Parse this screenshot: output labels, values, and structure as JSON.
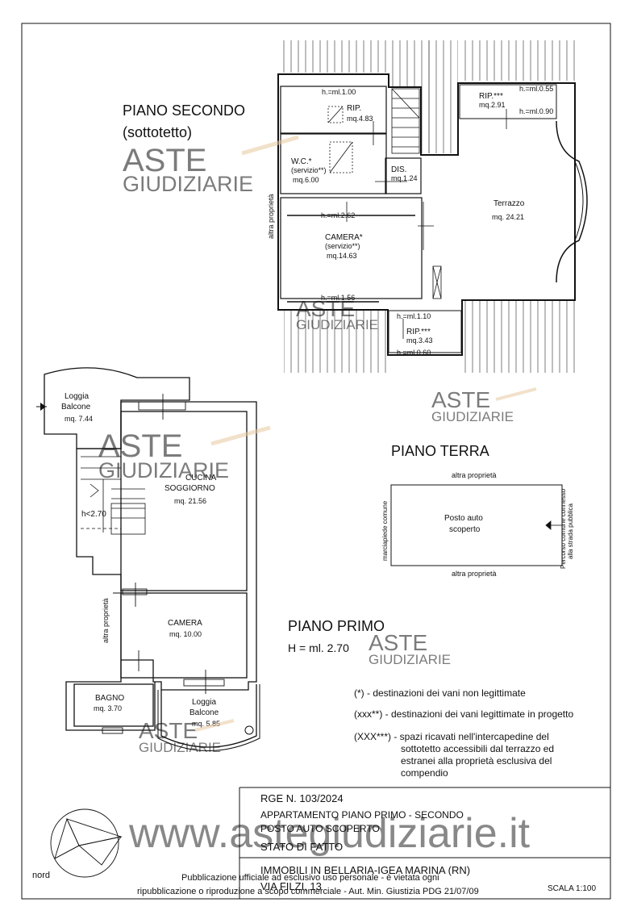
{
  "floors": {
    "second": {
      "title": "PIANO SECONDO",
      "subtitle": "(sottotetto)"
    },
    "ground": {
      "title": "PIANO TERRA"
    },
    "first": {
      "title": "PIANO PRIMO",
      "height": "H = ml. 2.70"
    }
  },
  "second_floor": {
    "rip_top": {
      "name": "RIP.",
      "area": "mq.4.83"
    },
    "h_100": "h.=ml.1.00",
    "wc": {
      "name": "W.C.*",
      "note": "(servizio**)",
      "area": "mq.6.00"
    },
    "dis": {
      "name": "DIS.",
      "area": "mq.1.24"
    },
    "camera": {
      "name": "CAMERA*",
      "note": "(servizio**)",
      "area": "mq.14.63"
    },
    "h_262": "h.=ml.2.62",
    "h_156": "h.=ml.1.56",
    "altra_proprieta": "altra proprietà",
    "rip_right": {
      "name": "RIP.***",
      "area": "mq.2.91"
    },
    "h_055": "h.=ml.0.55",
    "h_090": "h.=ml.0.90",
    "terrazzo": {
      "name": "Terrazzo",
      "area": "mq. 24.21"
    },
    "rip_bottom": {
      "name": "RIP.***",
      "area": "mq.3.43"
    },
    "h_110": "h.=ml.1.10",
    "h_060": "h.=ml.0.60"
  },
  "first_floor": {
    "loggia_top": {
      "line1": "Loggia",
      "line2": "Balcone",
      "area": "mq. 7.44"
    },
    "cucina": {
      "line1": "CUCINA",
      "line2": "SOGGIORNO",
      "area": "mq. 21.56"
    },
    "stair_h": "h<2.70",
    "altra_proprieta": "altra proprietà",
    "camera": {
      "name": "CAMERA",
      "area": "mq. 10.00"
    },
    "bagno": {
      "name": "BAGNO",
      "area": "mq. 3.70"
    },
    "loggia_bottom": {
      "line1": "Loggia",
      "line2": "Balcone",
      "area": "mq. 5.85"
    }
  },
  "ground_floor": {
    "top": "altra proprietà",
    "bottom": "altra proprietà",
    "left": "marciapiede comune",
    "right_line1": "Percorso comune connesso",
    "right_line2": "alla strada pubblica",
    "parking_line1": "Posto auto",
    "parking_line2": "scoperto"
  },
  "legend": {
    "l1": "(*) - destinazioni dei vani non legittimate",
    "l2": "(xxx**) - destinazioni dei vani legittimate in progetto",
    "l3a": "(XXX***) - spazi ricavati nell'intercapedine del",
    "l3b": "sottotetto accessibili dal terrazzo ed",
    "l3c": "estranei alla proprietà esclusiva del",
    "l3d": "compendio"
  },
  "title_block": {
    "rge": "RGE N. 103/2024",
    "line1": "APPARTAMENTO PIANO PRIMO - SECONDO",
    "line2": "POSTO AUTO SCOPERTO",
    "stato": "STATO DI FATTO",
    "immobili": "IMMOBILI IN BELLARIA-IGEA MARINA (RN)",
    "via": "VIA FILZI, 13",
    "scala": "SCALA  1:100"
  },
  "compass": {
    "label": "nord"
  },
  "watermark": {
    "aste": "ASTE",
    "giudiziarie": "GIUDIZIARIE",
    "site": "www.astegiudiziarie.it"
  },
  "footer": {
    "line1": "Pubblicazione ufficiale ad esclusivo uso personale - è vietata ogni",
    "line2": "ripubblicazione o riproduzione a scopo commerciale - Aut. Min. Giustizia PDG 21/07/09"
  }
}
